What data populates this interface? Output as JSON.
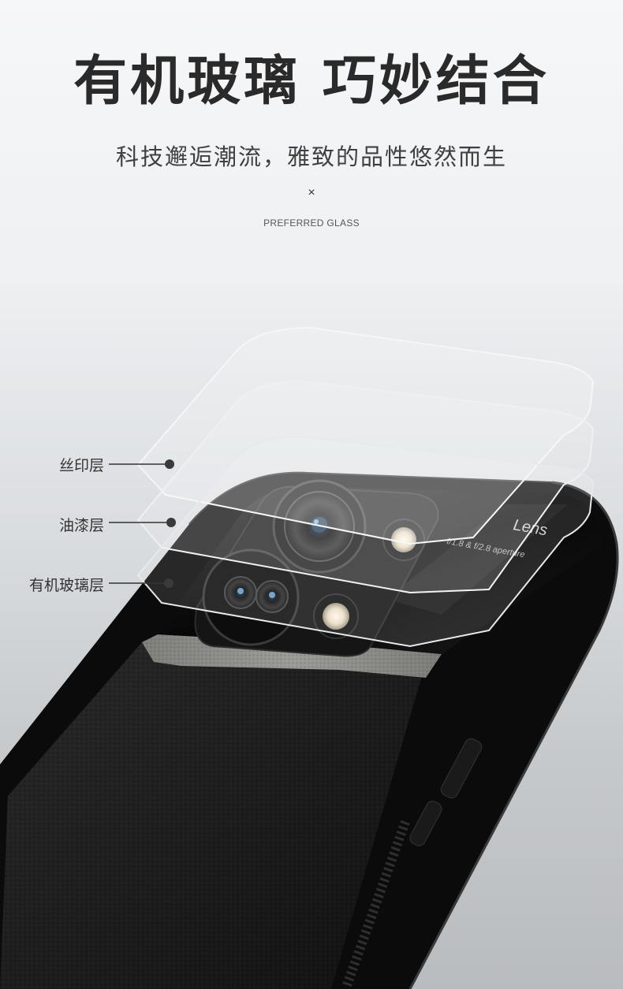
{
  "heading": {
    "title": "有机玻璃 巧妙结合",
    "subtitle": "科技邂逅潮流，雅致的品性悠然而生",
    "separator": "×",
    "tagline": "PREFERRED GLASS"
  },
  "layers": {
    "silk_print": "丝印层",
    "paint": "油漆层",
    "acrylic_glass": "有机玻璃层"
  },
  "camera_text": {
    "brand": "Lens",
    "spec": "f/1.8 & f/2.8 aperture"
  },
  "colors": {
    "case_black": "#0c0c0c",
    "leather_grey": "#8a8b86",
    "label_dot": "#3a3a3a"
  }
}
